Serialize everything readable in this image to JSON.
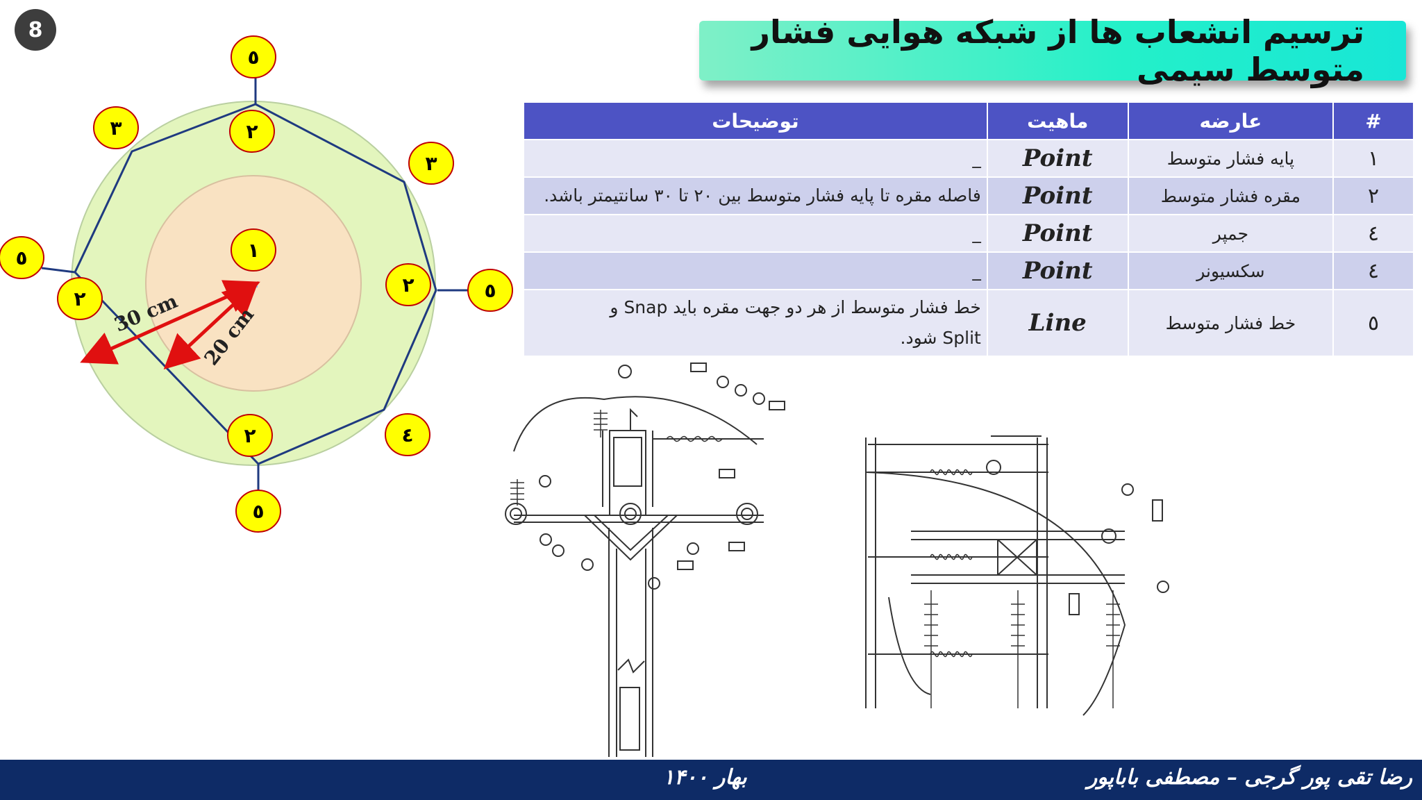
{
  "slide": {
    "page_number": "8",
    "title": "ترسیم انشعاب ها از شبکه هوایی فشار متوسط سیمی"
  },
  "table": {
    "headers": {
      "num": "#",
      "feature": "عارضه",
      "nature": "ماهیت",
      "desc": "توضیحات"
    },
    "rows": [
      {
        "num": "۱",
        "feature": "پایه فشار متوسط",
        "nature": "Point",
        "desc": "_"
      },
      {
        "num": "۲",
        "feature": "مقره فشار متوسط",
        "nature": "Point",
        "desc": "فاصله مقره تا پایه فشار متوسط بین ۲۰ تا ۳۰ سانتیمتر باشد."
      },
      {
        "num": "٤",
        "feature": "جمپر",
        "nature": "Point",
        "desc": "_"
      },
      {
        "num": "٤",
        "feature": "سکسیونر",
        "nature": "Point",
        "desc": "_"
      },
      {
        "num": "٥",
        "feature": "خط فشار متوسط",
        "nature": "Line",
        "desc_line1": "خط فشار متوسط از هر دو جهت مقره باید Snap و",
        "desc_line2": "Split شود."
      }
    ]
  },
  "diagram": {
    "labels": {
      "pole": "۱",
      "insulator": "۲",
      "jumper_a": "۳",
      "jumper_b": "۳",
      "section": "٤",
      "line": "٥"
    },
    "dim_outer": "30 cm",
    "dim_inner": "20 cm",
    "colors": {
      "outer_ring": "#e3f5bd",
      "inner_ring": "#f9e2c2",
      "badge_fill": "#ffff00",
      "badge_stroke": "#c00000",
      "line": "#1f3a80",
      "arrow": "#e01010"
    }
  },
  "footer": {
    "author": "رضا تقی پور گرجی – مصطفی باباپور",
    "season": "بهار ۱۴۰۰"
  }
}
